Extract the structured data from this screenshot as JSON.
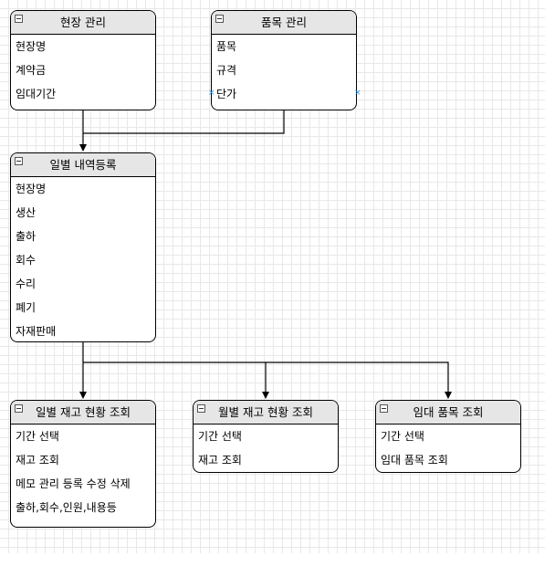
{
  "colors": {
    "header_bg": "#e6e6e6",
    "border": "#000000",
    "grid": "#e8e8e8",
    "connection_marker": "#2196f3"
  },
  "entities": {
    "site_mgmt": {
      "title": "현장 관리",
      "rows": [
        "현장명",
        "계약금",
        "임대기간"
      ]
    },
    "item_mgmt": {
      "title": "품목 관리",
      "rows": [
        "품목",
        "규격",
        "단가"
      ]
    },
    "daily_entry": {
      "title": "일별 내역등록",
      "rows": [
        "현장명",
        "생산",
        "출하",
        "회수",
        "수리",
        "폐기",
        "자재판매"
      ]
    },
    "daily_stock": {
      "title": "일별 재고 현황 조회",
      "rows": [
        "기간 선택",
        "재고 조회",
        "메모 관리 등록 수정 삭제",
        "출하,회수,인원,내용등"
      ]
    },
    "monthly_stock": {
      "title": "월별 재고 현황 조회",
      "rows": [
        "기간 선택",
        "재고 조회"
      ]
    },
    "rental_items": {
      "title": "임대 품목 조회",
      "rows": [
        "기간 선택",
        "임대 품목 조회"
      ]
    }
  },
  "connections": [
    {
      "from": "site_mgmt",
      "to": "daily_entry"
    },
    {
      "from": "item_mgmt",
      "to": "daily_entry"
    },
    {
      "from": "daily_entry",
      "to": "daily_stock"
    },
    {
      "from": "daily_entry",
      "to": "monthly_stock"
    },
    {
      "from": "daily_entry",
      "to": "rental_items"
    }
  ]
}
